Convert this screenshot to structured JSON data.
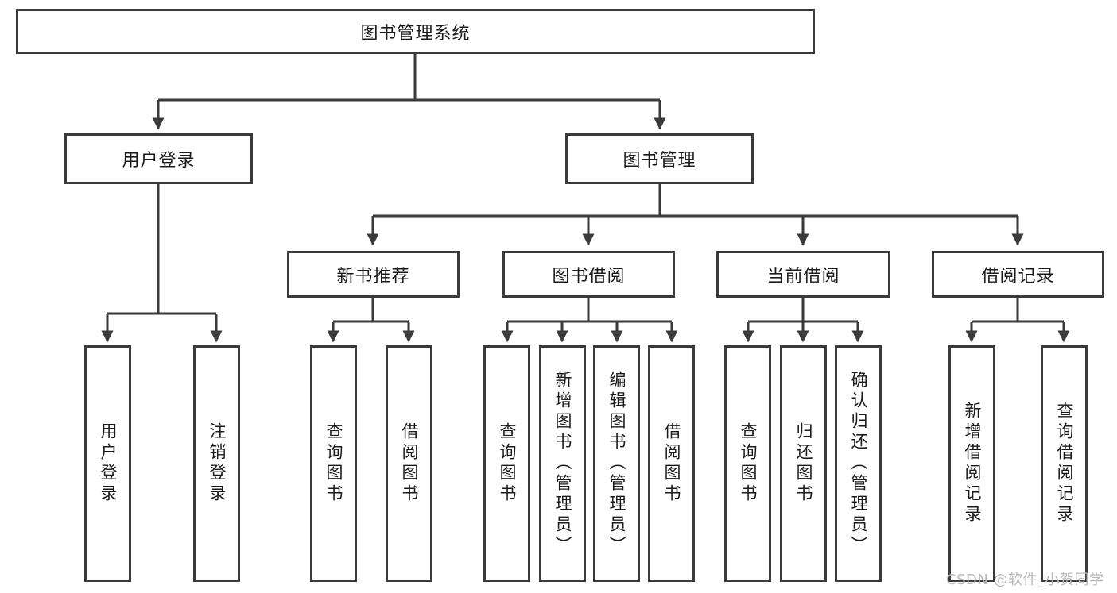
{
  "diagram": {
    "type": "tree-hierarchy",
    "title": "图书管理系统",
    "root": {
      "id": "root",
      "label": "图书管理系统",
      "orientation": "horizontal"
    },
    "level2": [
      {
        "id": "user-login",
        "label": "用户登录",
        "orientation": "horizontal"
      },
      {
        "id": "book-manage",
        "label": "图书管理",
        "orientation": "horizontal"
      }
    ],
    "level3": [
      {
        "id": "new-book-rec",
        "label": "新书推荐",
        "orientation": "horizontal",
        "parent": "book-manage"
      },
      {
        "id": "book-borrow",
        "label": "图书借阅",
        "orientation": "horizontal",
        "parent": "book-manage"
      },
      {
        "id": "current-borrow",
        "label": "当前借阅",
        "orientation": "horizontal",
        "parent": "book-manage"
      },
      {
        "id": "borrow-record",
        "label": "借阅记录",
        "orientation": "horizontal",
        "parent": "book-manage"
      }
    ],
    "leaves": [
      {
        "id": "leaf-user-login",
        "label": "用户登录",
        "orientation": "vertical",
        "parent": "user-login"
      },
      {
        "id": "leaf-user-logout",
        "label": "注销登录",
        "orientation": "vertical",
        "parent": "user-login"
      },
      {
        "id": "leaf-query-book-1",
        "label": "查询图书",
        "orientation": "vertical",
        "parent": "new-book-rec"
      },
      {
        "id": "leaf-borrow-book-1",
        "label": "借阅图书",
        "orientation": "vertical",
        "parent": "new-book-rec"
      },
      {
        "id": "leaf-query-book-2",
        "label": "查询图书",
        "orientation": "vertical",
        "parent": "book-borrow"
      },
      {
        "id": "leaf-add-book",
        "label": "新增图书（管理员）",
        "orientation": "vertical",
        "parent": "book-borrow"
      },
      {
        "id": "leaf-edit-book",
        "label": "编辑图书（管理员）",
        "orientation": "vertical",
        "parent": "book-borrow"
      },
      {
        "id": "leaf-borrow-book-2",
        "label": "借阅图书",
        "orientation": "vertical",
        "parent": "book-borrow"
      },
      {
        "id": "leaf-query-book-3",
        "label": "查询图书",
        "orientation": "vertical",
        "parent": "current-borrow"
      },
      {
        "id": "leaf-return-book",
        "label": "归还图书",
        "orientation": "vertical",
        "parent": "current-borrow"
      },
      {
        "id": "leaf-confirm-return",
        "label": "确认归还（管理员）",
        "orientation": "vertical",
        "parent": "current-borrow"
      },
      {
        "id": "leaf-add-record",
        "label": "新增借阅记录",
        "orientation": "vertical",
        "parent": "borrow-record"
      },
      {
        "id": "leaf-query-record",
        "label": "查询借阅记录",
        "orientation": "vertical",
        "parent": "borrow-record"
      }
    ],
    "colors": {
      "stroke": "#3a3a3a",
      "background": "#ffffff",
      "text": "#1a1a1a",
      "watermark": "#b9b9b9"
    }
  },
  "watermark": {
    "text": "CSDN @软件_小贺同学"
  }
}
